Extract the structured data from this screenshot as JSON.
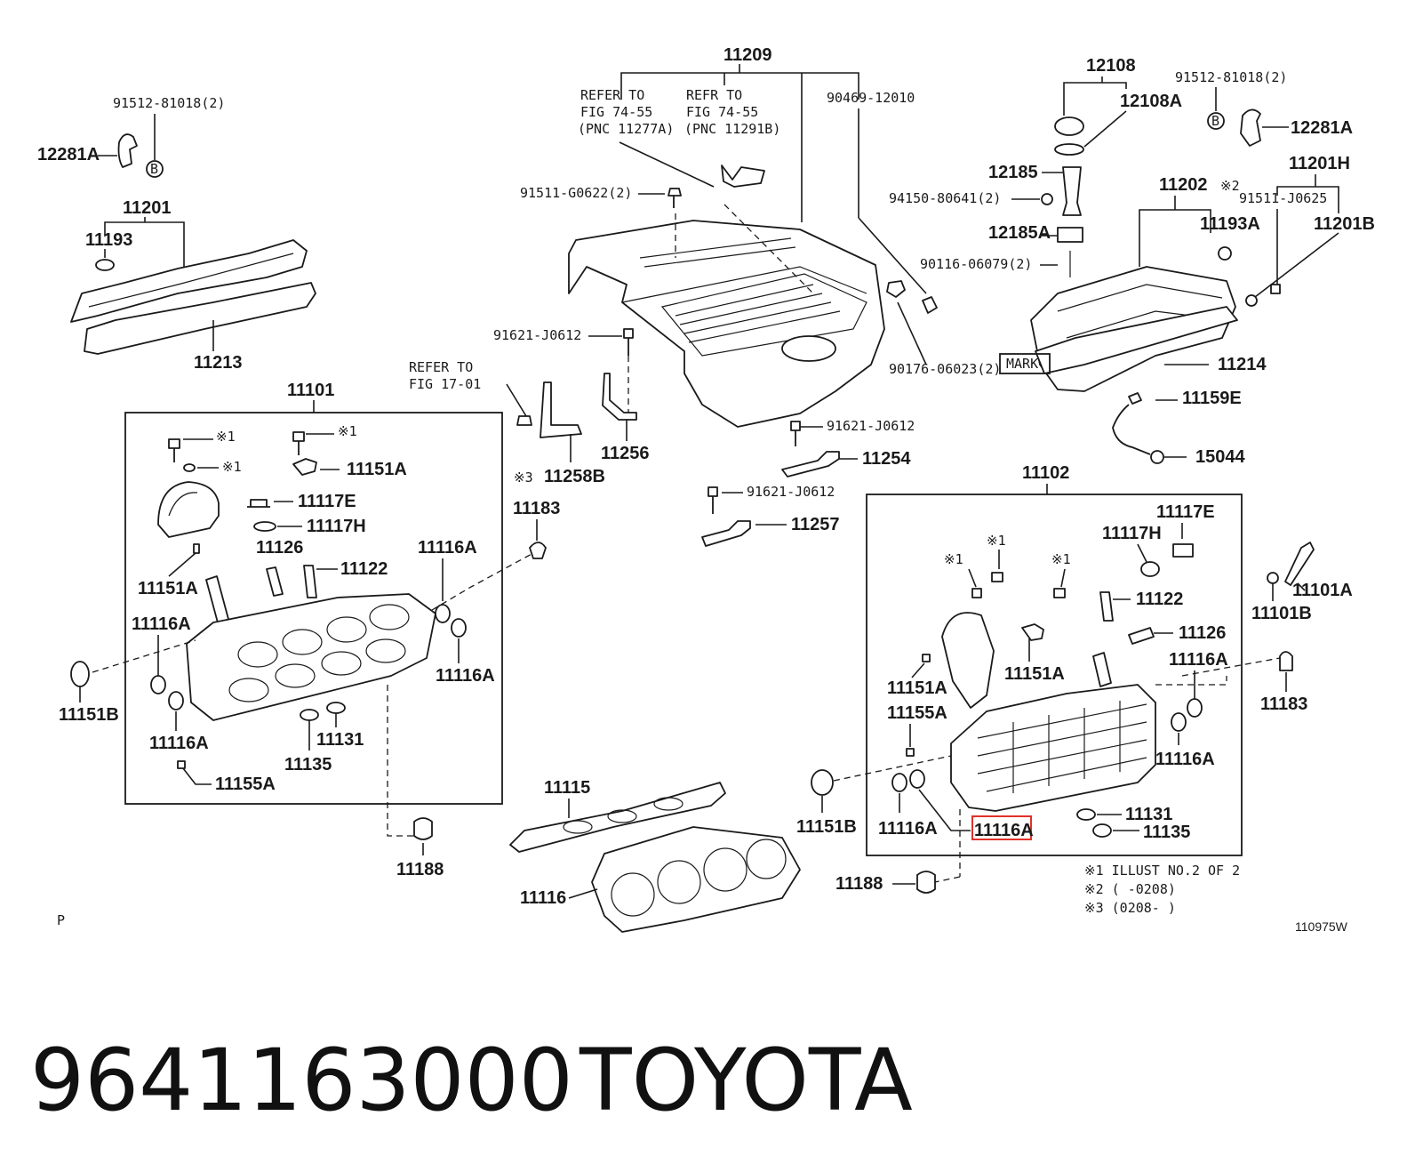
{
  "labels": {
    "p11209": "11209",
    "refer_fig_74_55_a": [
      "REFER TO",
      "FIG 74-55",
      "(PNC 11277A)"
    ],
    "refer_fig_74_55_b": [
      "REFR TO",
      "FIG 74-55",
      "(PNC 11291B)"
    ],
    "p90469": "90469-12010",
    "p91512_left": "91512-81018(2)",
    "p12281A_left": "12281A",
    "p11201_left": "11201",
    "p11193_left": "11193",
    "p11213": "11213",
    "p91511_g": "91511-G0622(2)",
    "p91621_a": "91621-J0612",
    "refer_fig_17_01": [
      "REFER TO",
      "FIG 17-01"
    ],
    "p11256": "11256",
    "p11258B": "11258B",
    "p11101": "11101",
    "p12108": "12108",
    "p12108A": "12108A",
    "p91512_right": "91512-81018(2)",
    "p12281A_right": "12281A",
    "p12185": "12185",
    "p94150": "94150-80641(2)",
    "p11202": "11202",
    "star2": "※2",
    "p11201H": "11201H",
    "p91511_j": "91511-J0625",
    "p11193A": "11193A",
    "p11201B": "11201B",
    "p12185A": "12185A",
    "p90116": "90116-06079(2)",
    "p90176": "90176-06023(2)",
    "mark": "MARK",
    "p11214": "11214",
    "p11159E": "11159E",
    "p15044": "15044",
    "p91621_b": "91621-J0612",
    "p11254": "11254",
    "p91621_c": "91621-J0612",
    "p11257": "11257",
    "p11102": "11102",
    "star1": "※1",
    "star3": "※3",
    "p11151A": "11151A",
    "p11117E": "11117E",
    "p11117H": "11117H",
    "p11126": "11126",
    "p11122": "11122",
    "p11116A": "11116A",
    "p11151B": "11151B",
    "p11131": "11131",
    "p11135": "11135",
    "p11155A": "11155A",
    "p11183": "11183",
    "p11188": "11188",
    "p11115": "11115",
    "p11116": "11116",
    "p11101A": "11101A",
    "p11101B": "11101B",
    "p11116A_highlight": "11116A"
  },
  "notes": [
    "※1 ILLUST NO.2 OF 2",
    "※2 (      -0208)",
    "※3 (0208-      )"
  ],
  "marker_b": "B",
  "corner_letter": "P",
  "figure_code": "110975W",
  "caption": {
    "part_number": "9641163000",
    "brand": "TOYOTA"
  },
  "highlight_color": "#e0312a"
}
